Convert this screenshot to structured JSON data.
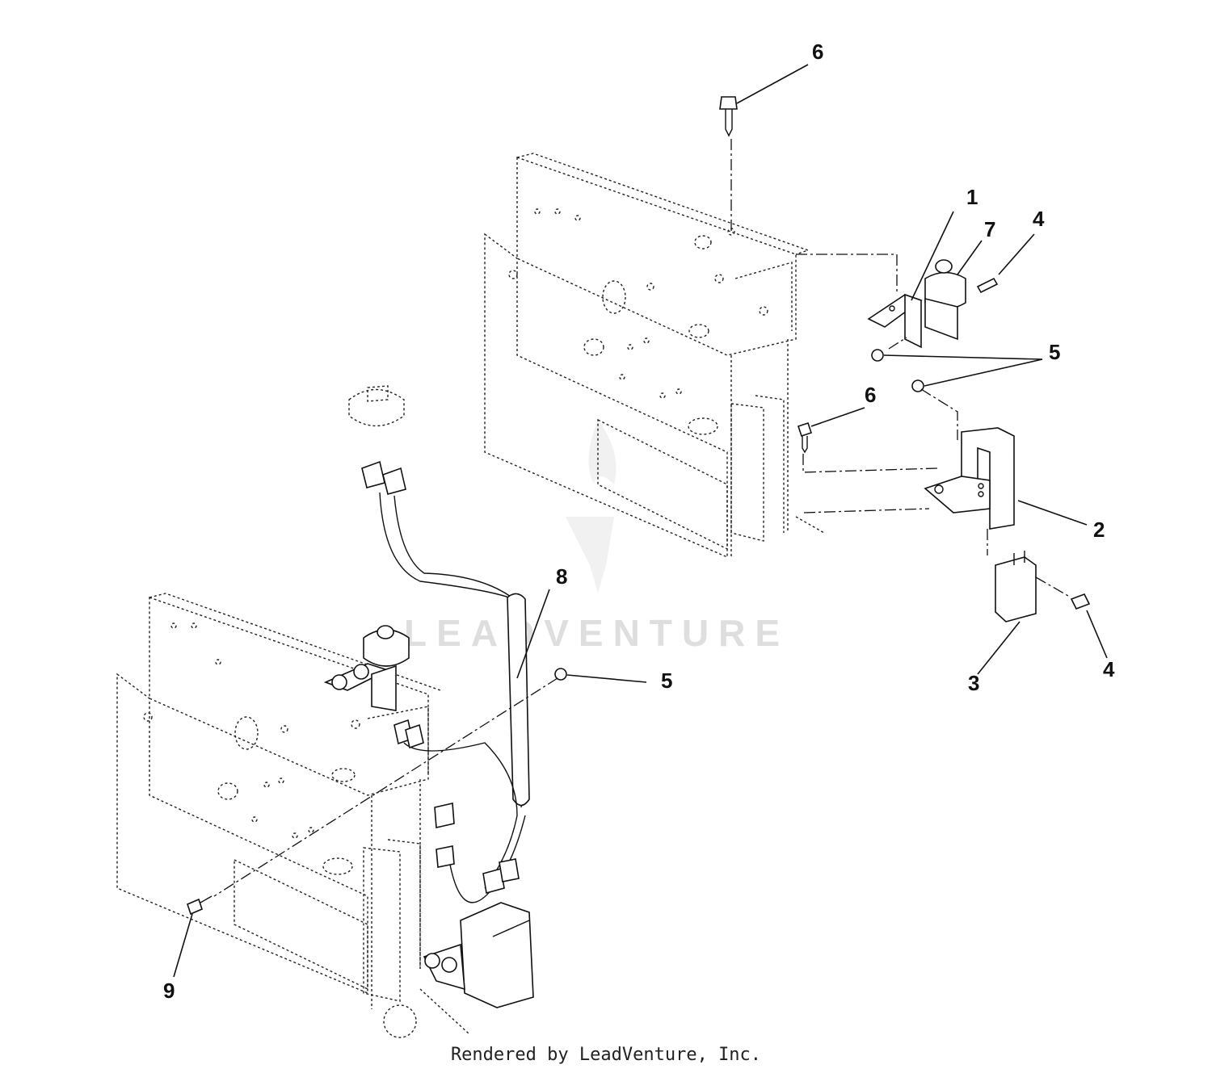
{
  "callouts": [
    {
      "id": "c6a",
      "label": "6"
    },
    {
      "id": "c1",
      "label": "1"
    },
    {
      "id": "c7",
      "label": "7"
    },
    {
      "id": "c4a",
      "label": "4"
    },
    {
      "id": "c5a",
      "label": "5"
    },
    {
      "id": "c6b",
      "label": "6"
    },
    {
      "id": "c2",
      "label": "2"
    },
    {
      "id": "c8",
      "label": "8"
    },
    {
      "id": "c5b",
      "label": "5"
    },
    {
      "id": "c3",
      "label": "3"
    },
    {
      "id": "c4b",
      "label": "4"
    },
    {
      "id": "c9",
      "label": "9"
    }
  ],
  "watermark": "LEADVENTURE",
  "footer": "Rendered by LeadVenture, Inc."
}
